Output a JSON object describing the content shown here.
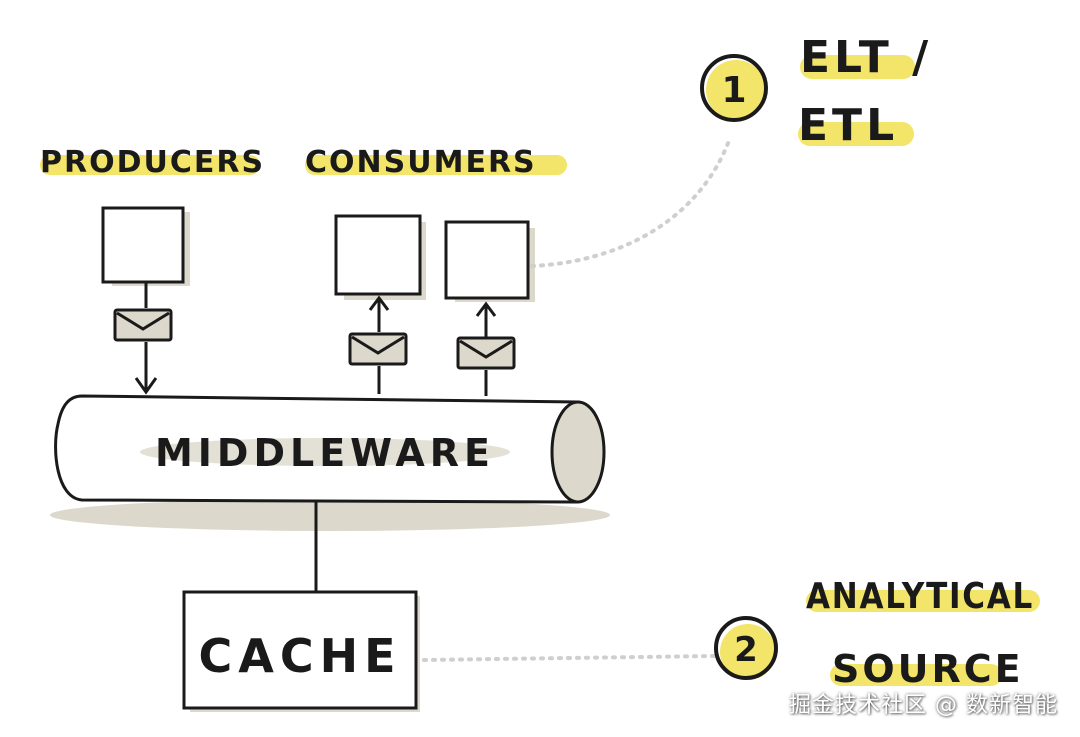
{
  "colors": {
    "highlight": "#f3e46a",
    "ink": "#1a1a1a",
    "shadow": "#dcd8cc",
    "dotted": "#cfcfcf"
  },
  "labels": {
    "producers": "PRODUCERS",
    "consumers": "CONSUMERS",
    "middleware": "MIDDLEWARE",
    "cache": "CACHE"
  },
  "callouts": [
    {
      "number": "1",
      "lines": [
        "ELT /",
        "ETL"
      ]
    },
    {
      "number": "2",
      "lines": [
        "ANALYTICAL",
        "SOURCE"
      ]
    }
  ],
  "watermark": "掘金技术社区 @ 数新智能"
}
